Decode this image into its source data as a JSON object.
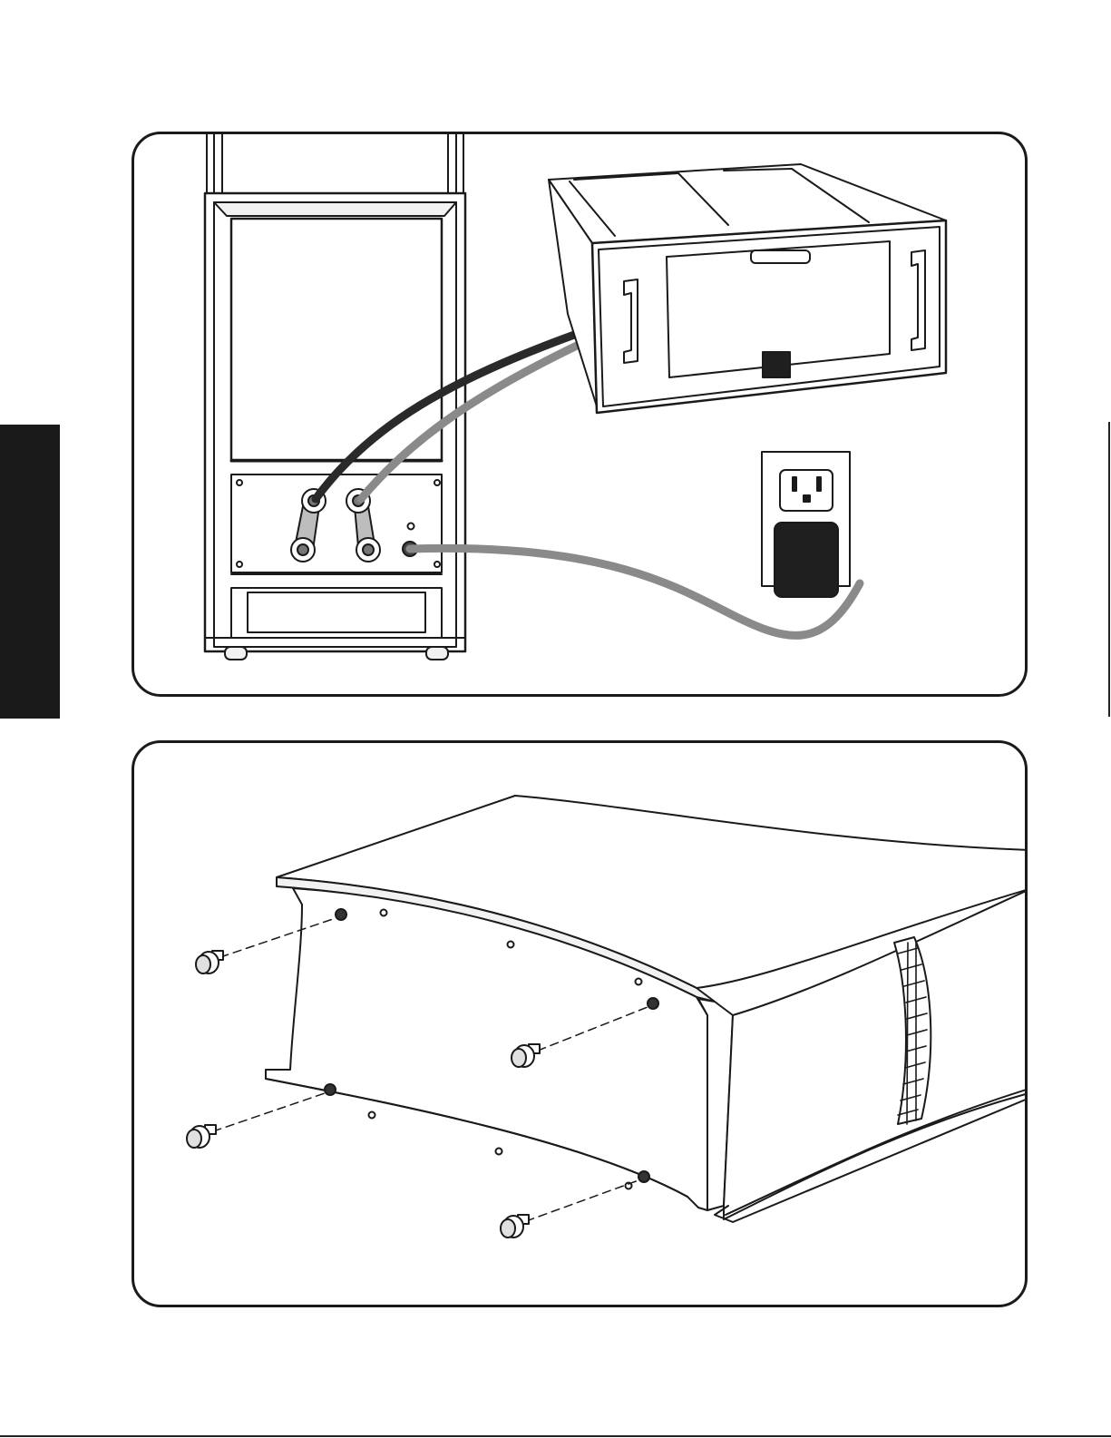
{
  "figure": {
    "panels": [
      {
        "id": "connection-diagram",
        "elements": [
          "speaker-enclosure",
          "binding-posts",
          "amplifier",
          "speaker-cables",
          "wall-outlet",
          "power-plug",
          "power-cord"
        ]
      },
      {
        "id": "foot-installation-diagram",
        "elements": [
          "amplifier-underside",
          "mounting-holes",
          "threaded-feet"
        ]
      }
    ]
  },
  "colors": {
    "outline": "#1a1a1a",
    "cable_dark": "#2a2a2a",
    "cable_gray": "#8a8a8a",
    "plug": "#1f1f1f",
    "side_tab": "#1a1a1a"
  }
}
